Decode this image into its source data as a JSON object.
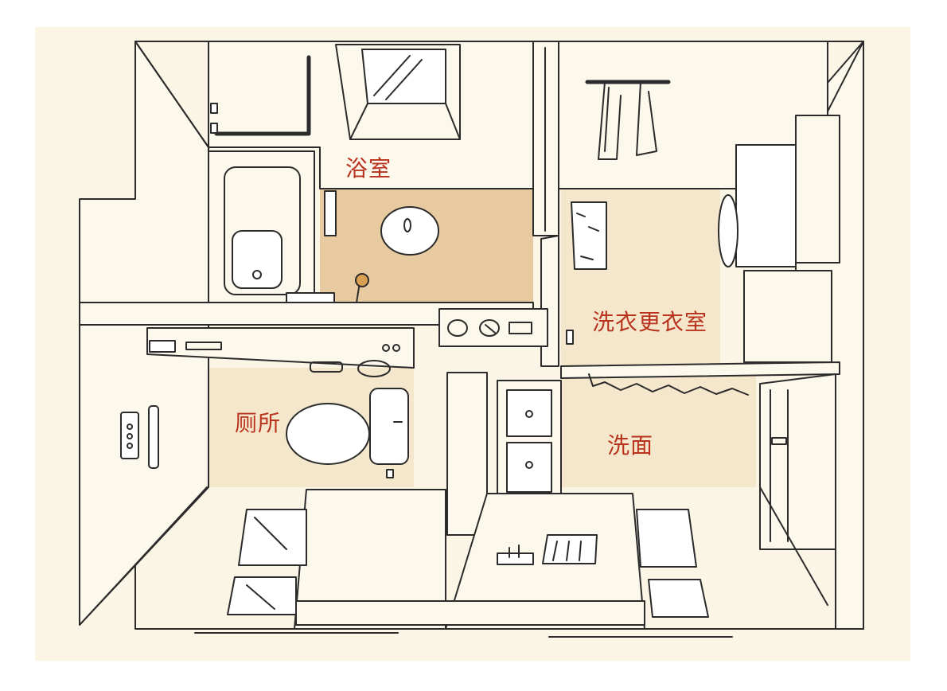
{
  "rooms": {
    "bathroom": {
      "label": "浴室"
    },
    "laundry_dressing": {
      "label": "洗衣更衣室"
    },
    "toilet": {
      "label": "厕所"
    },
    "washroom": {
      "label": "洗面"
    }
  },
  "colors": {
    "paper": "#fbf5e6",
    "line": "#2b2b2b",
    "bathroom_floor": "#e8caa0",
    "room_floor": "#f5e7cc",
    "wall_fill": "#fdf8ec",
    "label": "#b8321e"
  }
}
